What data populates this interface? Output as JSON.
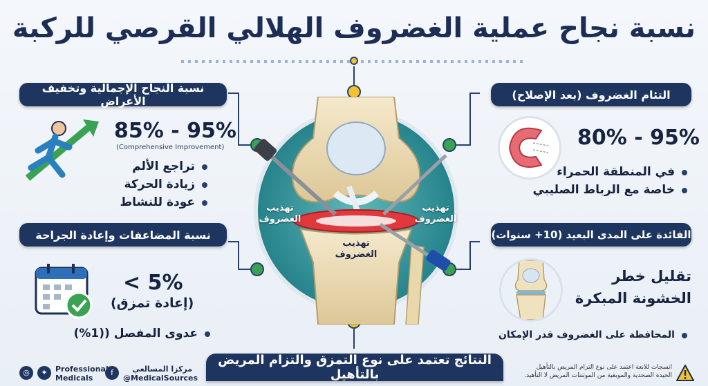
{
  "title": "نسبة نجاح عملية الغضروف الهلالي القرصي للركبة",
  "left_top": {
    "heading": "نسبة النجاح الإجمالية وتخفيف الأعراض",
    "value": "85% - 95%",
    "caption": "(Comprehensive Improvement)",
    "bullets": [
      "تراجع الألم",
      "زيادة الحركة",
      "عودة للنشاط"
    ]
  },
  "left_bottom": {
    "heading": "نسبة المضاعفات وإعادة الجراحة",
    "value": "< 5%",
    "sub": "(إعادة تمزق)",
    "bullets": [
      "عدوى المفصل ((1%)"
    ]
  },
  "right_top": {
    "heading": "التئام الغضروف (بعد الإصلاح)",
    "value": "80% - 95%",
    "bullets": [
      "في المنطقة الحمراء",
      "خاصة مع الرباط الصليبي"
    ]
  },
  "right_bottom": {
    "heading": "الفائدة على المدى البعيد (10+ سنوات)",
    "value_line1": "تقليل خطر",
    "value_line2": "الخشونة المبكرة",
    "bullets": [
      "المحافظة على الغضروف قدر الإمكان"
    ]
  },
  "knee_labels": {
    "left": "تهذيب الغضروف",
    "right": "تهذيب الغضروف",
    "center": "تهذيب الغضروف"
  },
  "footer": {
    "banner": "النتائج تعتمد على نوع التمزق والتزام المريض بالتأهيل",
    "brand_line1": "Professional",
    "brand_line2": "Medicals",
    "arabic_brand": "مركزا المسالعي",
    "handle": "@MedicalSources",
    "disclaimer_line1": "انسجات للانعة اعتمد على نوع التزام المريض بالتأهيل",
    "disclaimer_line2": "الحيدة الصحدية والموبغية من الموثنتات المريض لا التأهيد.",
    "icons": [
      "instagram-icon",
      "twitter-icon",
      "facebook-icon",
      "warning-icon"
    ]
  },
  "colors": {
    "navy": "#1e3560",
    "teal": "#2c8f95",
    "accent_yellow": "#f2c230",
    "green": "#3aa353",
    "red_meniscus": "#e0383c"
  }
}
